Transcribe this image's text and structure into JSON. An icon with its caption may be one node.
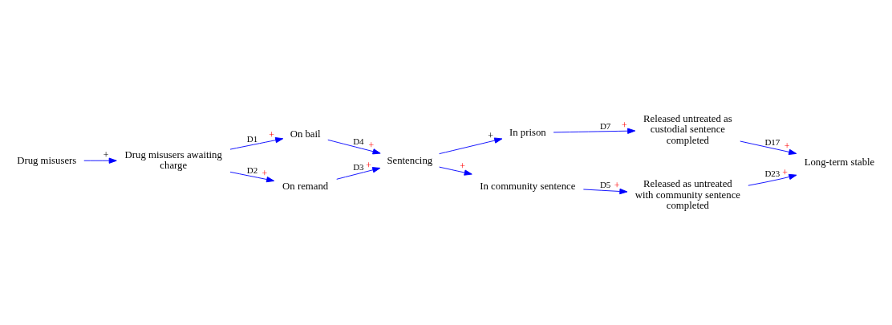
{
  "diagram": {
    "nodes": [
      {
        "text": [
          "Drug misusers"
        ]
      },
      {
        "text": [
          "Drug misusers awaiting charge"
        ]
      },
      {
        "text": [
          "On bail"
        ]
      },
      {
        "text": [
          "On remand"
        ]
      },
      {
        "text": [
          "Sentencing"
        ]
      },
      {
        "text": [
          "In prison"
        ]
      },
      {
        "text": [
          "In community sentence"
        ]
      },
      {
        "text": [
          "Released untreated as custodial sentence completed"
        ]
      },
      {
        "text": [
          "Released as untreated with community sentence completed"
        ]
      },
      {
        "text": [
          "Long-term stable"
        ]
      }
    ],
    "edges": [
      {
        "from": 0,
        "to": 1,
        "arrow": "to"
      },
      {
        "from": 1,
        "to": 2,
        "arrow": "to",
        "label": "D1"
      },
      {
        "from": 1,
        "to": 3,
        "arrow": "to",
        "label": "D2"
      },
      {
        "from": 2,
        "to": 4,
        "arrow": "to",
        "label": "D4"
      },
      {
        "from": 3,
        "to": 4,
        "arrow": "to",
        "label": "D3"
      },
      {
        "from": 4,
        "to": 5,
        "arrow": "to"
      },
      {
        "from": 4,
        "to": 6,
        "arrow": "to"
      },
      {
        "from": 5,
        "to": 7,
        "arrow": "to",
        "label": "D7"
      },
      {
        "from": 6,
        "to": 8,
        "arrow": "to",
        "label": "D5"
      },
      {
        "from": 7,
        "to": 9,
        "arrow": "to",
        "label": "D17"
      },
      {
        "from": 8,
        "to": 9,
        "arrow": "to",
        "label": "D23"
      }
    ],
    "labels": [
      "+",
      "+",
      "+",
      "+",
      "+",
      "+",
      "+",
      "+",
      "+",
      "+",
      "+"
    ]
  }
}
